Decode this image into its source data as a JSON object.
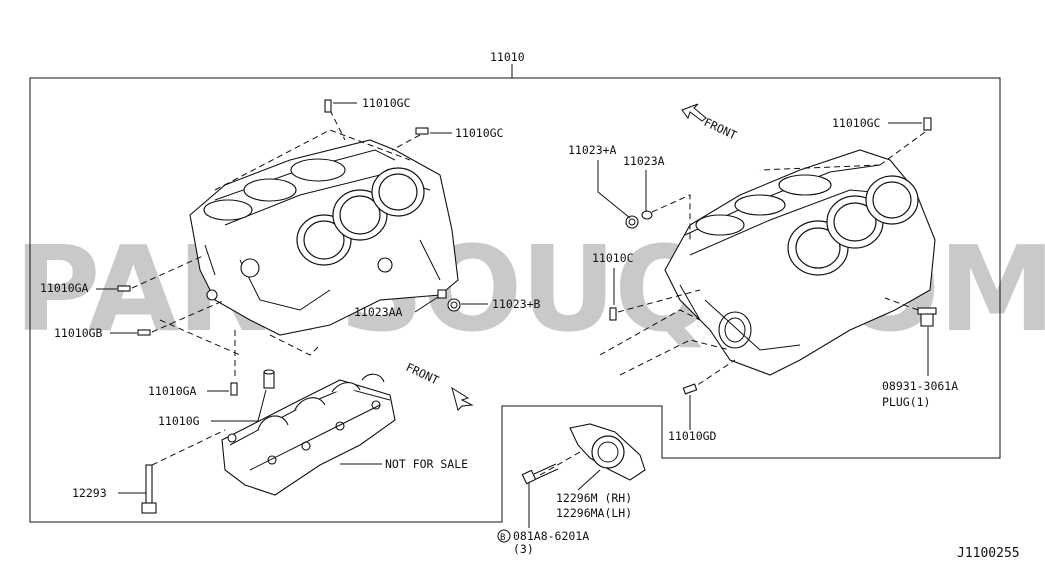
{
  "watermark": "PARTSOUQ.COM",
  "labels": {
    "assembly": "11010",
    "gc1": "11010GC",
    "gc2": "11010GC",
    "gc3": "11010GC",
    "ga1": "11010GA",
    "gb": "11010GB",
    "ga2": "11010GA",
    "g": "11010G",
    "bolt_main": "12293",
    "not_for_sale": "NOT FOR SALE",
    "aa": "11023AA",
    "b": "11023+B",
    "a_plus": "11023+A",
    "a": "11023A",
    "c": "11010C",
    "gd": "11010GD",
    "plug_no": "08931-3061A",
    "plug_desc": "PLUG(1)",
    "seal_rh": "12296M (RH)",
    "seal_lh": "12296MA(LH)",
    "bolt_seal": "081A8-6201A",
    "bolt_seal_qty": "(3)",
    "bolt_seal_prefix": "B",
    "front1": "FRONT",
    "front2": "FRONT",
    "diagram_id": "J1100255"
  }
}
